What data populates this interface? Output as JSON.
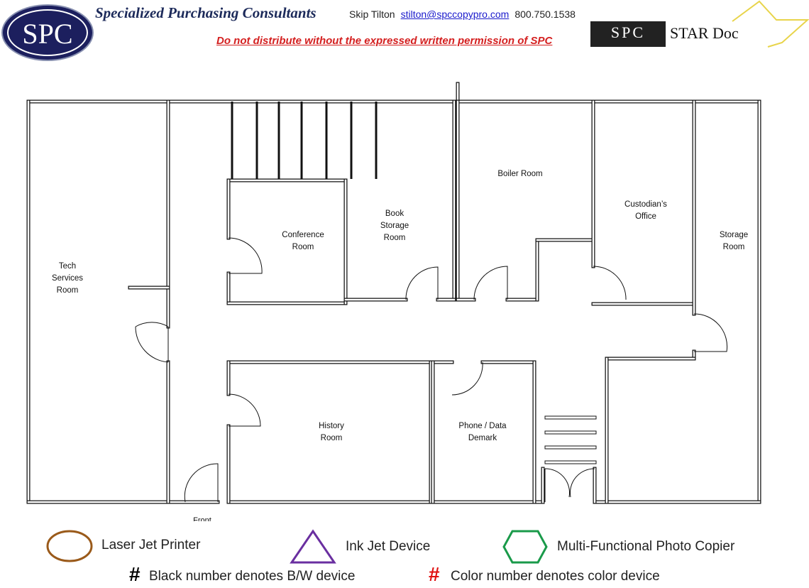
{
  "header": {
    "logo_text": "SPC",
    "company": "Specialized Purchasing Consultants",
    "contact_name": "Skip Tilton",
    "contact_email": "stilton@spccopypro.com",
    "contact_phone": "800.750.1538",
    "warning": "Do not distribute without the expressed written permission of SPC",
    "stardoc_logo": "SPC",
    "stardoc_name": "STAR Doc"
  },
  "rooms": {
    "tech": [
      "Tech",
      "Services",
      "Room"
    ],
    "conference": [
      "Conference",
      "Room"
    ],
    "book": [
      "Book",
      "Storage",
      "Room"
    ],
    "boiler": [
      "Boiler Room"
    ],
    "custodian": [
      "Custodian’s",
      "Office"
    ],
    "storage": [
      "Storage",
      "Room"
    ],
    "history": [
      "History",
      "Room"
    ],
    "phone": [
      "Phone / Data",
      "Demark"
    ],
    "front": "Front"
  },
  "legend": {
    "laser": "Laser Jet Printer",
    "inkjet": "Ink Jet Device",
    "mfp": "Multi-Functional Photo Copier",
    "hash": "#",
    "bw": "Black number denotes B/W device",
    "color": "Color number denotes color device"
  },
  "colors": {
    "laser": "#9a5a1a",
    "inkjet": "#6a2fa0",
    "mfp": "#1a9a4a",
    "color_hash": "#e01010"
  }
}
